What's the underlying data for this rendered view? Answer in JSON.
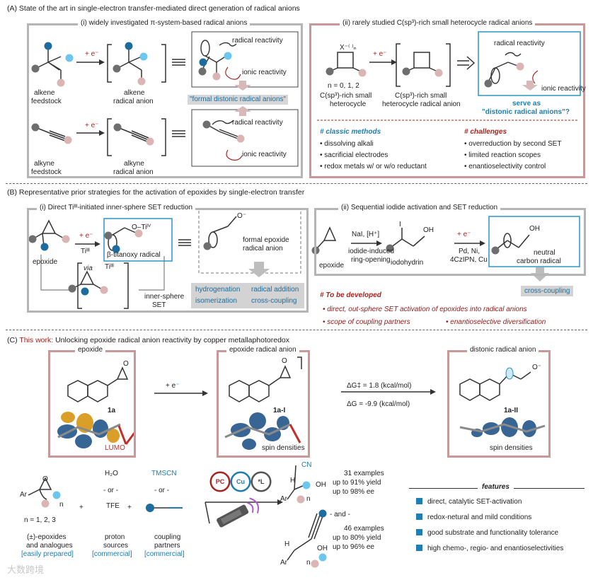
{
  "secA": {
    "title": "(A) State of the art in single-electron transfer-mediated direct generation of radical anions",
    "i_title": "(i) widely investigated π-system-based radical anions",
    "alkene_feed": [
      "alkene",
      "feedstock"
    ],
    "alkene_ra": [
      "alkene",
      "radical anion"
    ],
    "alkyne_feed": [
      "alkyne",
      "feedstock"
    ],
    "alkyne_ra": [
      "alkyne",
      "radical anion"
    ],
    "e_label": "+ e⁻",
    "radical_reactivity": "radical reactivity",
    "ionic_reactivity": "ionic reactivity",
    "formal_distonic": "\"formal distonic radical anions\"",
    "ii_title": "(ii) rarely studied C(sp³)-rich small heterocycle radical anions",
    "n_values": "n = 0, 1, 2",
    "het1": [
      "C(sp³)-rich small",
      "heterocycle"
    ],
    "het2": [
      "C(sp³)-rich small",
      "heterocycle radical anion"
    ],
    "serve_as": [
      "serve as",
      "\"distonic radical anions\"?"
    ],
    "classic_title": "# classic methods",
    "classic": [
      "dissolving alkali",
      "sacrificial electrodes",
      "redox metals w/ or w/o reductant"
    ],
    "chall_title": "# challenges",
    "challenges": [
      "overreduction by second SET",
      "limited reaction scopes",
      "enantioselectivity control"
    ]
  },
  "secB": {
    "title": "(B) Representative prior strategies for the activation of epoxides by single-electron transfer",
    "i_title": "(i) Direct Tiᴵᴵᴵ-initiated inner-sphere SET reduction",
    "epoxide": "epoxide",
    "ti_label": "Tiᴵᴵᴵ",
    "o_ti": "O–Tiᴵⱽ",
    "titanoxy": "β-titanoxy radical",
    "formal_epoxide": [
      "formal epoxide",
      "radical anion"
    ],
    "via": "via",
    "inner_sphere": [
      "inner-sphere",
      "SET"
    ],
    "chips": [
      "hydrogenation",
      "radical addition",
      "isomerization",
      "cross-coupling"
    ],
    "ii_title": "(ii) Sequential iodide activation and SET reduction",
    "nai": "NaI, [H⁺]",
    "iodide_open": [
      "iodide-induced",
      "ring-opening"
    ],
    "iodohydrin": "iodohydrin",
    "catalysts": [
      "Pd, Ni,",
      "4CzIPN, Cu"
    ],
    "neutral": [
      "neutral",
      "carbon radical"
    ],
    "cross_coupling": "cross-coupling",
    "todo_title": "# To be developed",
    "todo": [
      "• direct, out-sphere SET activation of epoxides into radical anions",
      "• scope of coupling partners",
      "• enantioselective diversification"
    ]
  },
  "secC": {
    "title_prefix": "(C) ",
    "title_red": "This work:",
    "title_rest": " Unlocking epoxide radical anion reactivity by copper metallaphotoredox",
    "box1": "epoxide",
    "box2": "epoxide radical anion",
    "box3": "distonic radical anion",
    "c1a": "1a",
    "c1a1": "1a-I",
    "c1a2": "1a-II",
    "lumo": "LUMO",
    "spin": "spin densities",
    "dg_act": "ΔG‡ = 1.8 (kcal/mol)",
    "dg": "ΔG = -9.9 (kcal/mol)",
    "n_vals": "n = 1, 2, 3",
    "epoxides": [
      "(±)-epoxides",
      "and analogues"
    ],
    "easily": "[easily prepared]",
    "h2o": "H₂O",
    "or": "- or -",
    "tfe": "TFE",
    "proton": [
      "proton",
      "sources"
    ],
    "commercial": "[commercial]",
    "tmscn": "TMSCN",
    "coupling": [
      "coupling",
      "partners"
    ],
    "cat": [
      "PC",
      "Cu",
      "*L"
    ],
    "ar": "Ar",
    "cn": "CN",
    "oh": "OH",
    "and": "- and -",
    "res1": [
      "31 examples",
      "up to 91% yield",
      "up to 98% ee"
    ],
    "res2": [
      "46 examples",
      "up to 80% yield",
      "up to 96% ee"
    ],
    "features_title": "features",
    "features": [
      "direct, catalytic SET-activation",
      "redox-netural and mild conditions",
      "good substrate and functionality tolerance",
      "high chemo-, regio- and enantioselectivities"
    ],
    "watermark": "大数跨境"
  },
  "colors": {
    "blue": "#1d7db0",
    "red": "#a8241f",
    "pink": "#c9999a",
    "gray": "#b5b5b5"
  }
}
